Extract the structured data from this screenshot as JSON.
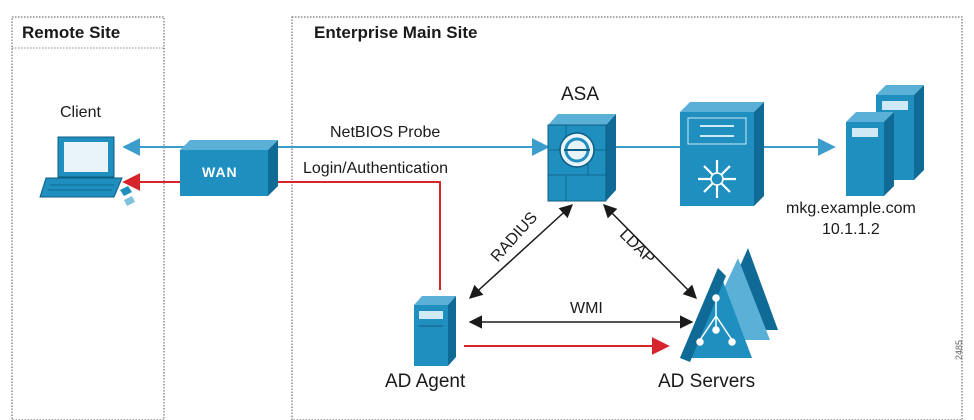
{
  "sites": {
    "remote": "Remote Site",
    "main": "Enterprise Main Site"
  },
  "nodes": {
    "client": "Client",
    "wan": "WAN",
    "asa": "ASA",
    "server_name": "mkg.example.com",
    "server_ip": "10.1.1.2",
    "ad_agent": "AD Agent",
    "ad_servers": "AD Servers"
  },
  "links": {
    "netbios": "NetBIOS Probe",
    "login": "Login/Authentication",
    "radius": "RADIUS",
    "ldap": "LDAP",
    "wmi": "WMI"
  },
  "figure_id": "2485",
  "colors": {
    "device_blue": "#1e8fbf",
    "probe_line": "#3c9ccc",
    "auth_line": "#d7262b",
    "black": "#1a1a1a",
    "border": "#555555"
  },
  "icons": [
    "laptop-icon",
    "wan-icon",
    "firewall-icon",
    "switch-icon",
    "server-icon",
    "ad-server-icon"
  ]
}
